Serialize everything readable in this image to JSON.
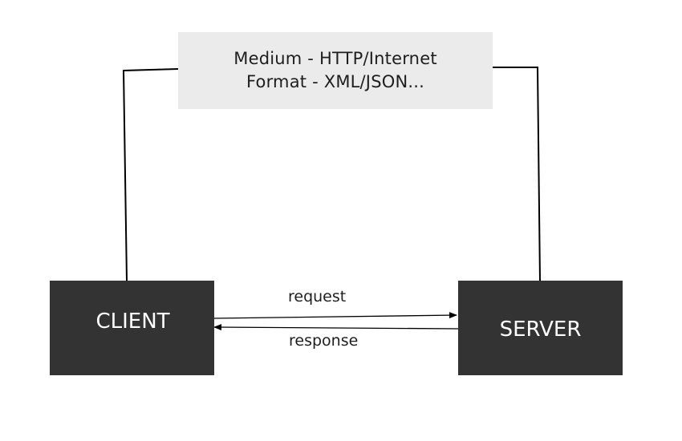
{
  "medium_box": {
    "line1": "Medium - HTTP/Internet",
    "line2": "Format - XML/JSON..."
  },
  "client": {
    "label": "CLIENT"
  },
  "server": {
    "label": "SERVER"
  },
  "request": {
    "label": "request"
  },
  "response": {
    "label": "response"
  },
  "colors": {
    "node_fill": "#333333",
    "node_text": "#ffffff",
    "medium_fill": "#ebebeb",
    "line": "#000000"
  }
}
